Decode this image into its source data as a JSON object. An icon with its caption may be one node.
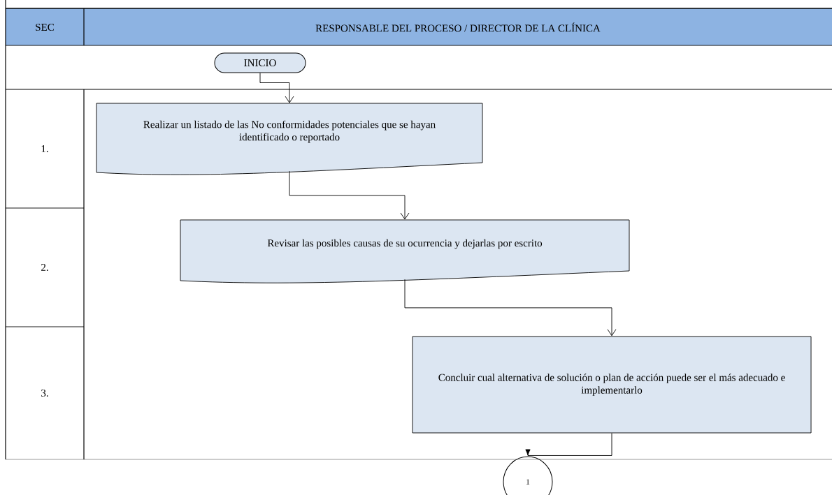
{
  "diagram": {
    "nodes": [
      {
        "text": [
          "INICIO"
        ]
      },
      {
        "text": [
          "Realizar un listado de las No conformidades potenciales que se hayan identificado o reportado"
        ]
      },
      {
        "text": [
          "Revisar las posibles causas de su ocurrencia y dejarlas por escrito"
        ]
      },
      {
        "text": [
          "Concluir cual alternativa de solución o plan de acción puede ser el más adecuado e implementarlo"
        ]
      },
      {
        "text": [
          "1"
        ]
      }
    ],
    "edges": [
      {
        "from": 0,
        "to": 1,
        "arrow": "to"
      },
      {
        "from": 1,
        "to": 2,
        "arrow": "to"
      },
      {
        "from": 2,
        "to": 3,
        "arrow": "to"
      },
      {
        "from": 3,
        "to": 4,
        "arrow": "to"
      }
    ],
    "labels": [
      "SEC",
      "RESPONSABLE DEL PROCESO / DIRECTOR DE LA CLÍNICA",
      "1.",
      "2.",
      "3."
    ]
  }
}
